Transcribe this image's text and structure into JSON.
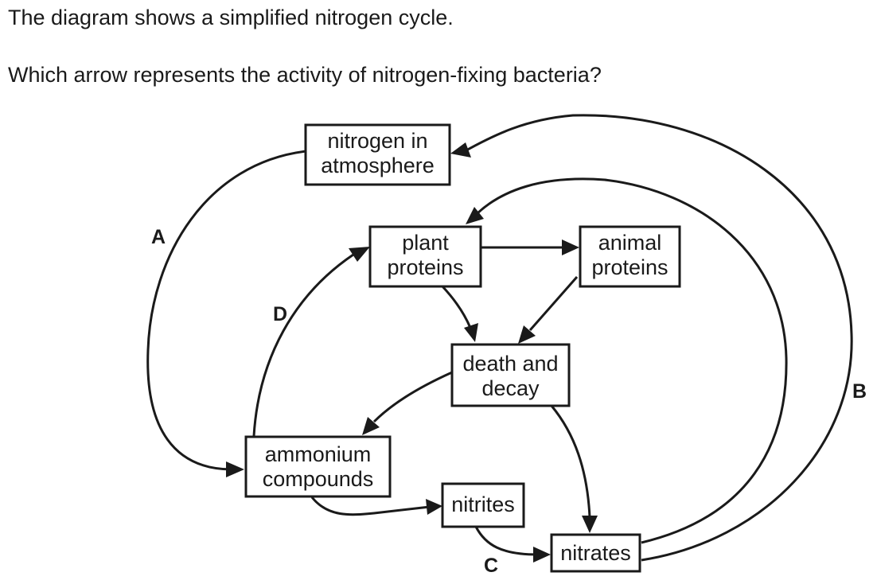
{
  "question": {
    "line1": "The diagram shows a simplified nitrogen cycle.",
    "line2": "Which arrow represents the activity of nitrogen-fixing bacteria?"
  },
  "nodes": {
    "atmosphere": [
      "nitrogen in",
      "atmosphere"
    ],
    "plant": [
      "plant",
      "proteins"
    ],
    "animal": [
      "animal",
      "proteins"
    ],
    "death": [
      "death and",
      "decay"
    ],
    "ammonium": [
      "ammonium",
      "compounds"
    ],
    "nitrites": [
      "nitrites"
    ],
    "nitrates": [
      "nitrates"
    ]
  },
  "arrow_labels": {
    "A": "A",
    "B": "B",
    "C": "C",
    "D": "D"
  },
  "colors": {
    "ink": "#1a1a1a",
    "background": "#ffffff"
  }
}
